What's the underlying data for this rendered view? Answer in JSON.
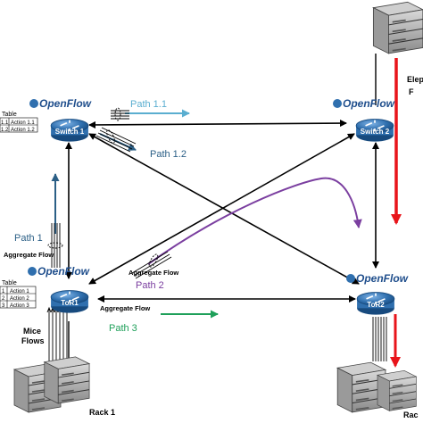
{
  "nodes": {
    "switch1": {
      "label": "Switch 1",
      "brand": "OpenFlow"
    },
    "switch2": {
      "label": "Switch 2",
      "brand": "OpenFlow"
    },
    "tor1": {
      "label": "ToR1",
      "brand": "OpenFlow"
    },
    "tor2": {
      "label": "ToR2",
      "brand": "OpenFlow"
    }
  },
  "racks": {
    "rack1": "Rack 1",
    "rack2_partial": "Rac",
    "elephant_partial_line1": "Elep",
    "elephant_partial_line2": "F"
  },
  "paths": {
    "path_1_1": "Path 1.1",
    "path_1_2": "Path 1.2",
    "path_1": "Path 1",
    "path_2": "Path 2",
    "path_3": "Path 3"
  },
  "labels": {
    "aggregate_flow_left": "Aggregate Flow",
    "aggregate_flow_center": "Aggregate Flow",
    "aggregate_flow_bottom": "Aggregate Flow",
    "mice_flows_line1": "Mice",
    "mice_flows_line2": "Flows"
  },
  "tables": {
    "switch1": {
      "title": "Table",
      "rows": [
        [
          "1.1",
          "Action 1.1"
        ],
        [
          "1.2",
          "Action 1.2"
        ]
      ]
    },
    "tor1": {
      "title": "Table",
      "rows": [
        [
          "1",
          "Action 1"
        ],
        [
          "2",
          "Action 2"
        ],
        [
          "3",
          "Action 3"
        ]
      ]
    }
  },
  "colors": {
    "path_1_1": "#5aaed0",
    "path_1_2": "#2b5f86",
    "path_1": "#2b5f86",
    "path_2": "#7b3fa0",
    "path_3": "#1fa05a",
    "elephant": "#e8141a",
    "router": "#2f6fae",
    "openflow_text": "#1f4e8c"
  }
}
